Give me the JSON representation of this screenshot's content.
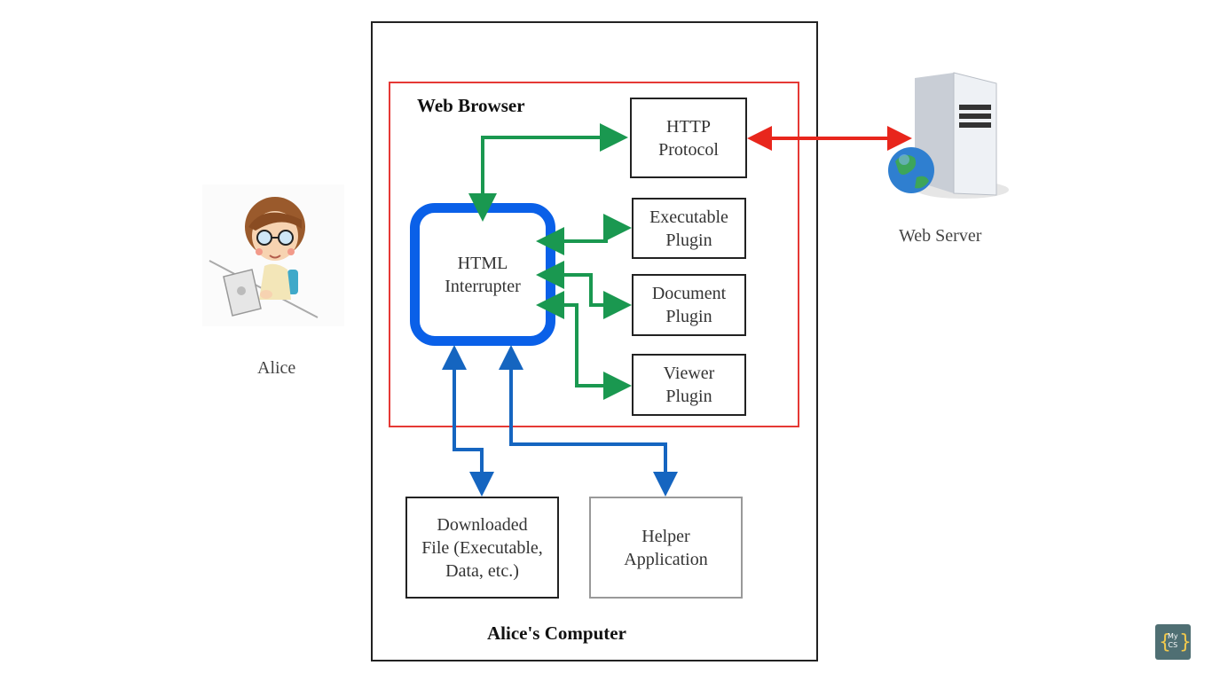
{
  "user": {
    "name": "Alice"
  },
  "computer": {
    "label": "Alice's  Computer"
  },
  "browser": {
    "label": "Web Browser"
  },
  "server": {
    "label": "Web Server"
  },
  "components": {
    "html": "HTML\nInterrupter",
    "http": "HTTP\nProtocol",
    "executable": "Executable\nPlugin",
    "document": "Document\nPlugin",
    "viewer": "Viewer\nPlugin",
    "downloaded": "Downloaded\nFile (Executable,\nData, etc.)",
    "helper": "Helper\nApplication"
  },
  "logo": {
    "text_top": "My",
    "text_bottom": "CS"
  },
  "colors": {
    "internal_arrow": "#1a9850",
    "network_arrow": "#e8261c",
    "local_arrow": "#1565c0",
    "browser_border": "#e53935",
    "interpreter_border": "#0a60e8"
  }
}
